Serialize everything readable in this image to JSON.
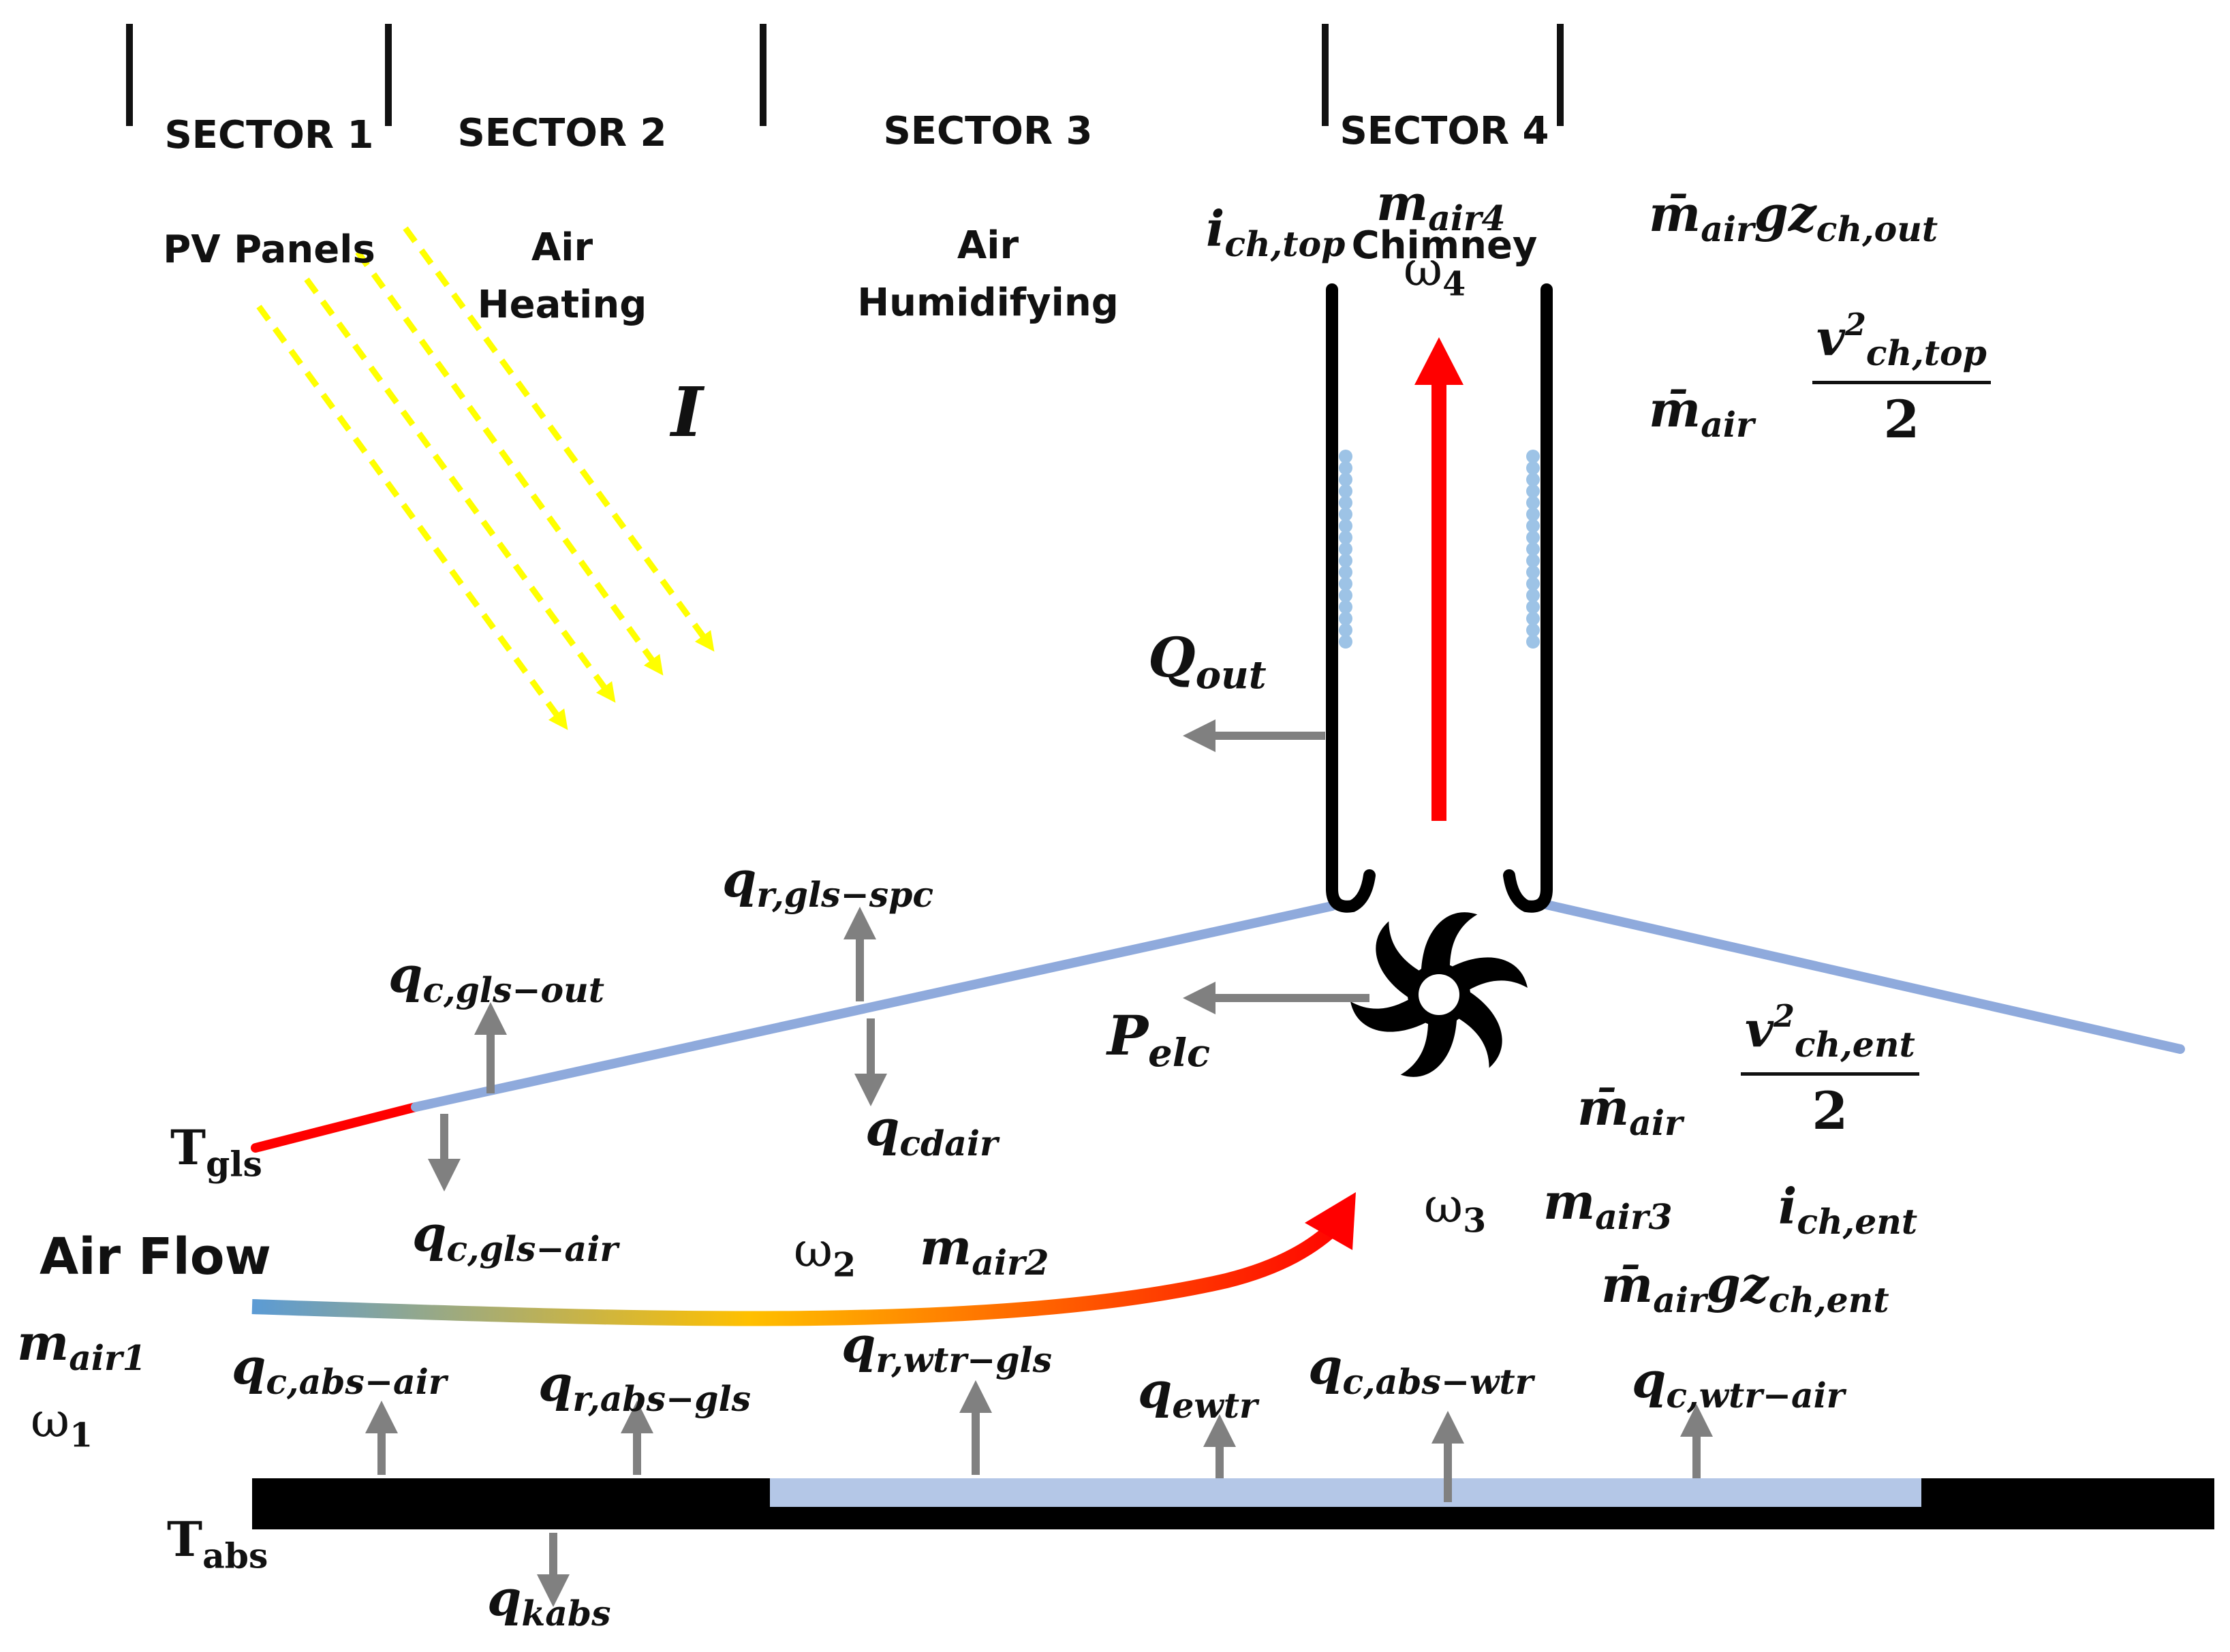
{
  "sectors": [
    {
      "title": "SECTOR 1",
      "desc": "PV Panels"
    },
    {
      "title": "SECTOR 2",
      "desc": "Air\nHeating"
    },
    {
      "title": "SECTOR 3",
      "desc": "Air\nHumidifying"
    },
    {
      "title": "SECTOR 4",
      "desc": "Chimney"
    }
  ],
  "irradiance": "I",
  "labels": {
    "i_ch_top": {
      "base": "i",
      "sub": "ch,top"
    },
    "m_air4": {
      "base": "m",
      "sub": "air4"
    },
    "omega4": {
      "base": "ω",
      "sub": "4"
    },
    "mbar_air_gz_out": {
      "base": "m̄",
      "sub1": "air",
      "mid": "gz",
      "sub2": "ch,out"
    },
    "mbar_air_top": {
      "base": "m̄",
      "sub": "air"
    },
    "frac_top": {
      "num_base": "v",
      "num_sup": "2",
      "num_sub": "ch,top",
      "den": "2"
    },
    "q_out": {
      "base": "Q",
      "sub": "out"
    },
    "q_r_gls_spc": {
      "base": "q",
      "sub": "r,gls−spc"
    },
    "q_c_gls_out": {
      "base": "q",
      "sub": "c,gls−out"
    },
    "p_elc": {
      "base": "P",
      "sub": "elc"
    },
    "mbar_air_ent": {
      "base": "m̄",
      "sub": "air"
    },
    "frac_ent": {
      "num_base": "v",
      "num_sup": "2",
      "num_sub": "ch,ent",
      "den": "2"
    },
    "t_gls": {
      "base": "T",
      "sub": "gls"
    },
    "q_cdair": {
      "base": "q",
      "sub": "cdair"
    },
    "omega3": {
      "base": "ω",
      "sub": "3"
    },
    "m_air3": {
      "base": "m",
      "sub": "air3"
    },
    "i_ch_ent": {
      "base": "i",
      "sub": "ch,ent"
    },
    "q_c_gls_air": {
      "base": "q",
      "sub": "c,gls−air"
    },
    "omega2": {
      "base": "ω",
      "sub": "2"
    },
    "m_air2": {
      "base": "m",
      "sub": "air2"
    },
    "mbar_air_gz_ent": {
      "base": "m̄",
      "sub1": "air",
      "mid": "gz",
      "sub2": "ch,ent"
    },
    "air_flow": "Air Flow",
    "m_air1": {
      "base": "m",
      "sub": "air1"
    },
    "omega1": {
      "base": "ω",
      "sub": "1"
    },
    "q_c_abs_air": {
      "base": "q",
      "sub": "c,abs−air"
    },
    "q_r_abs_gls": {
      "base": "q",
      "sub": "r,abs−gls"
    },
    "q_r_wtr_gls": {
      "base": "q",
      "sub": "r,wtr−gls"
    },
    "q_ewtr": {
      "base": "q",
      "sub": "ewtr"
    },
    "q_c_abs_wtr": {
      "base": "q",
      "sub": "c,abs−wtr"
    },
    "q_c_wtr_air": {
      "base": "q",
      "sub": "c,wtr−air"
    },
    "t_abs": {
      "base": "T",
      "sub": "abs"
    },
    "q_kabs": {
      "base": "q",
      "sub": "kabs"
    }
  },
  "colors": {
    "glass": "#8FAADC",
    "hot_glass": "#FF0000",
    "absorber": "#000000",
    "water": "#B4C7E7",
    "chimney_flow": "#FF0000",
    "heat_arrow": "#808080",
    "sun_rays": "#FFFF00",
    "condensate": "#9DC3E6",
    "flow_start": "#5B9BD5",
    "flow_mid": "#FFC000",
    "flow_end": "#FF0000"
  },
  "icons": {
    "fan": "fan-icon"
  }
}
